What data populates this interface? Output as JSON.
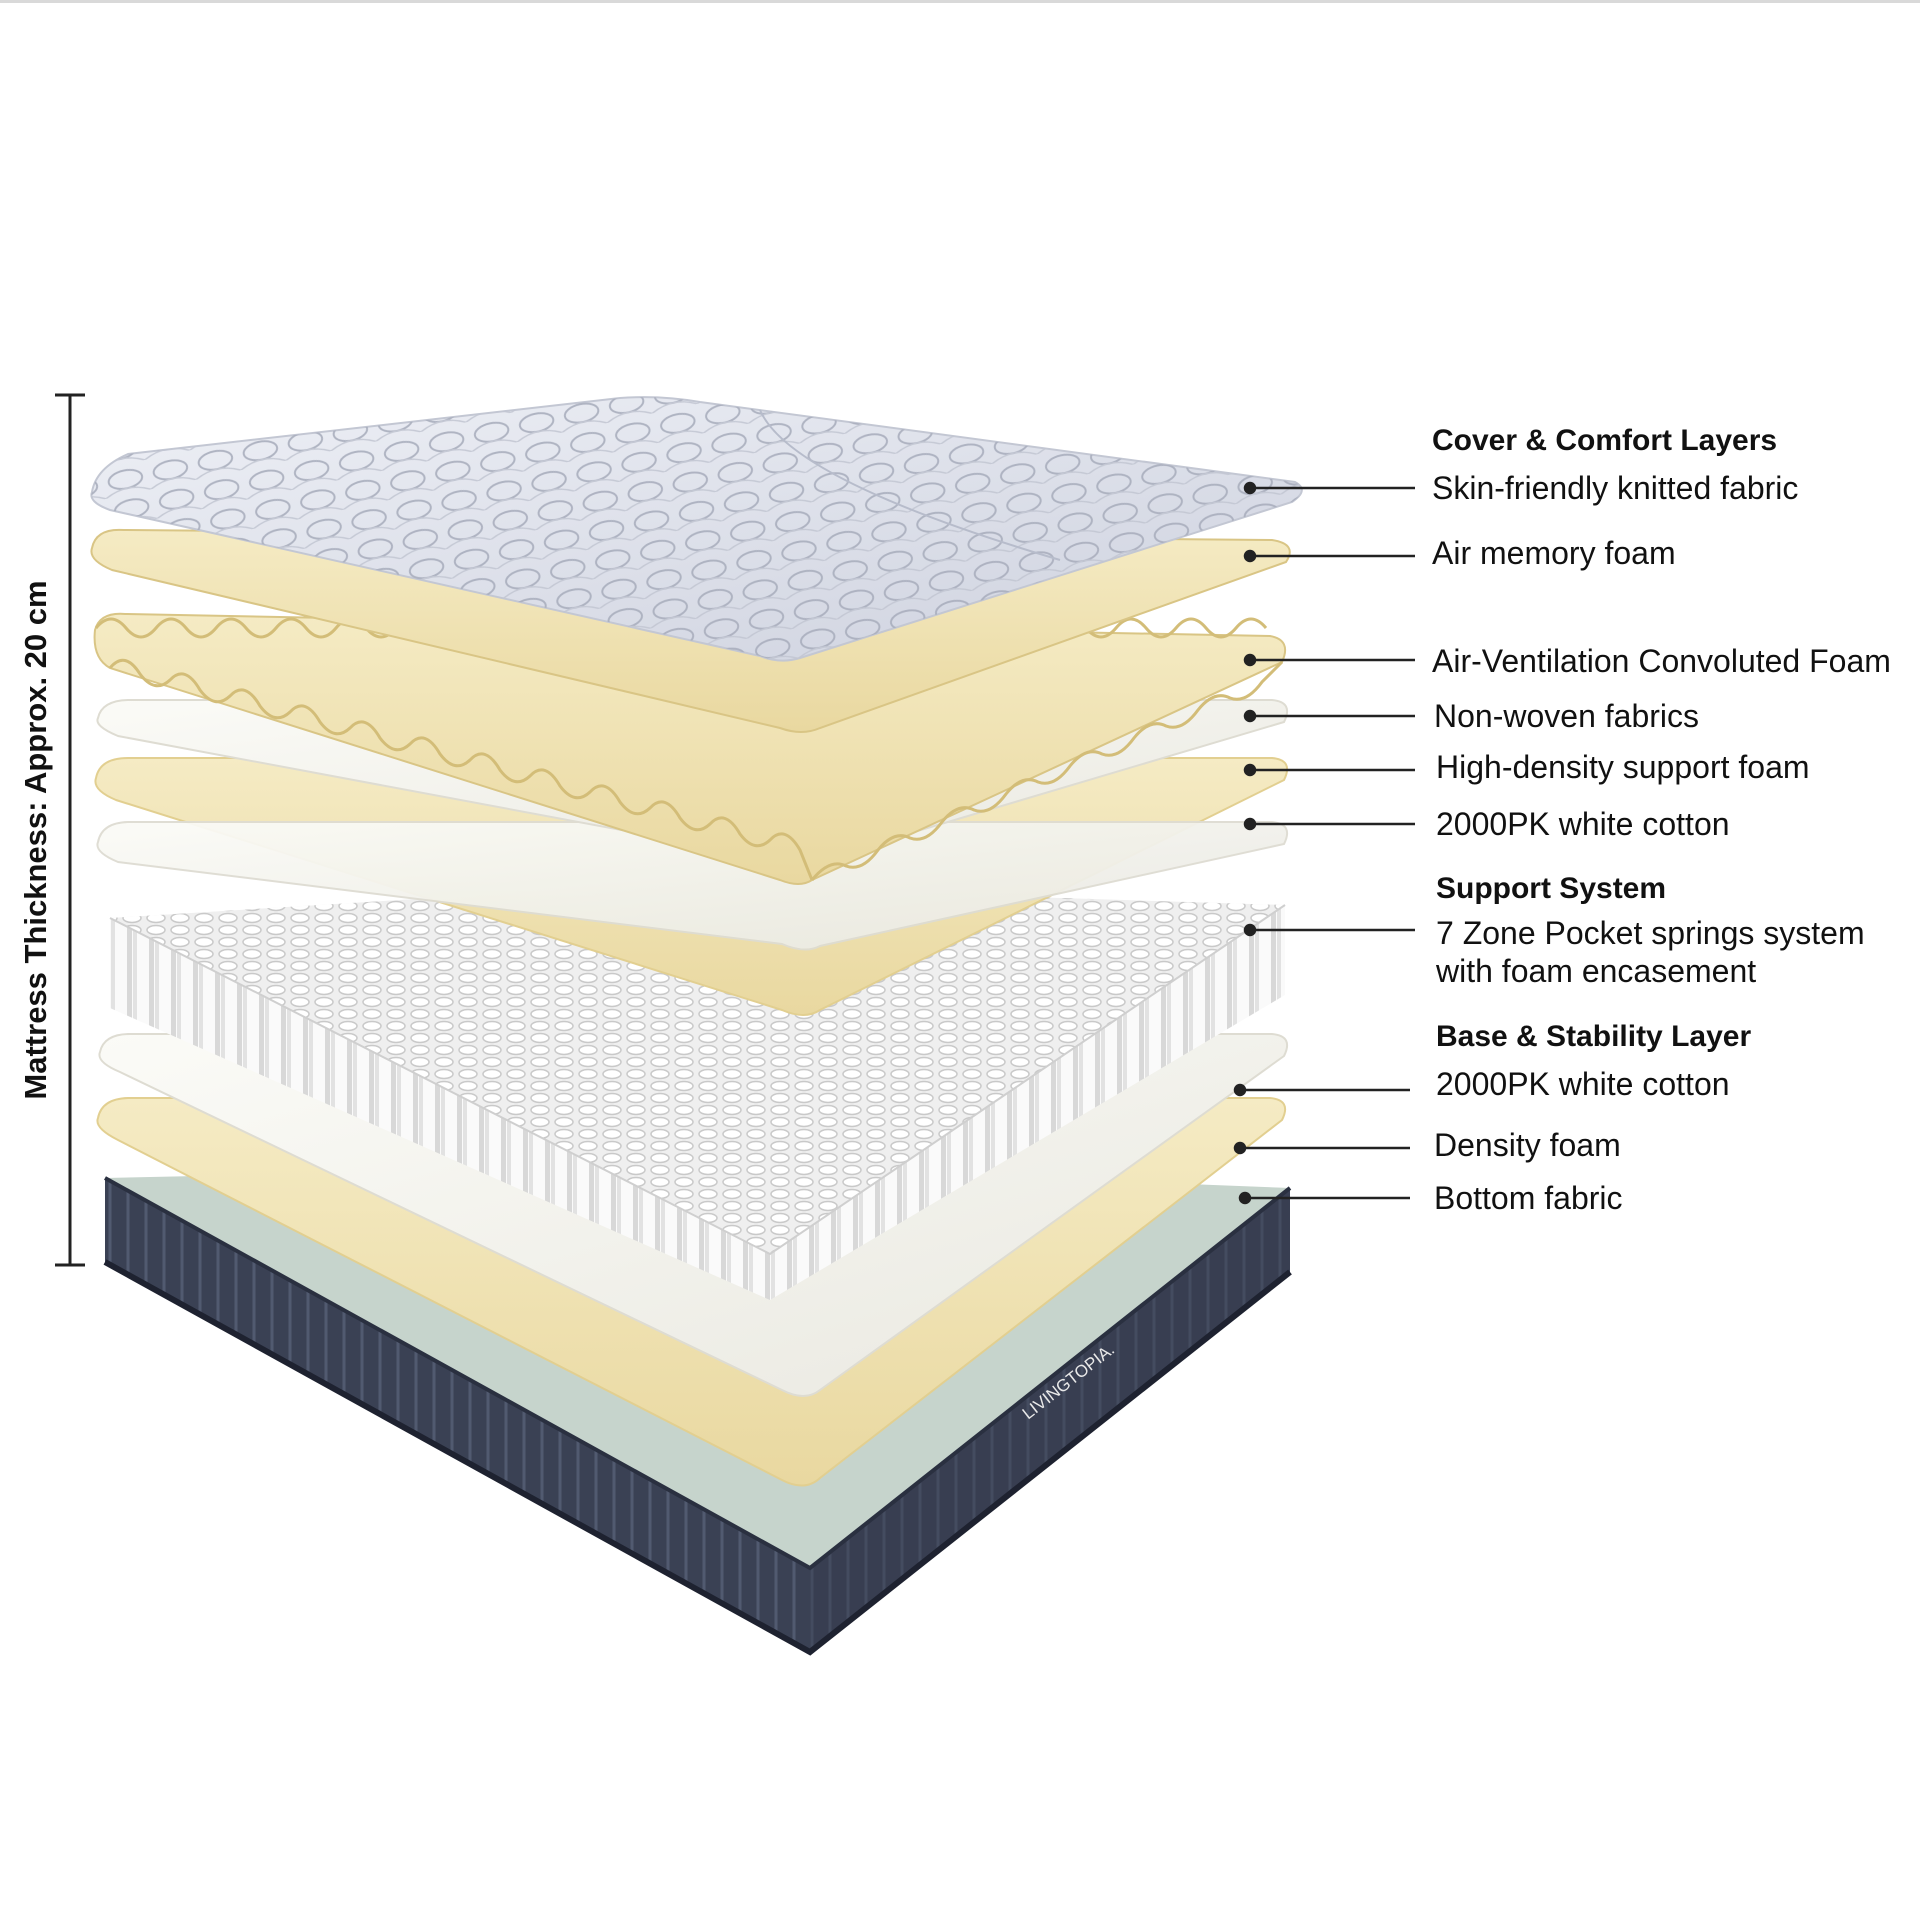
{
  "thickness_label": "Mattress Thickness: Approx. 20 cm",
  "brand_mark": "LIVINGTOPIA.",
  "sections": {
    "cover": "Cover & Comfort Layers",
    "support": "Support System",
    "base": "Base & Stability Layer"
  },
  "layers": {
    "knitted_fabric": "Skin-friendly knitted fabric",
    "air_memory_foam": "Air memory foam",
    "convoluted_foam": "Air-Ventilation Convoluted Foam",
    "non_woven": "Non-woven fabrics",
    "high_density_foam": "High-density support foam",
    "cotton_top": "2000PK white cotton",
    "springs_line1": "7 Zone Pocket springs system",
    "springs_line2": "with foam encasement",
    "cotton_bottom": "2000PK white cotton",
    "density_foam": "Density foam",
    "bottom_fabric": "Bottom fabric"
  },
  "colors": {
    "foam_yellow": "#f1e3b4",
    "cotton_white": "#f3f2ec",
    "cover_grey": "#dcdfe9",
    "base_navy": "#3a4154",
    "base_top_mint": "#c6d4cc",
    "spring_white": "#ffffff",
    "leader_line": "#222222"
  }
}
